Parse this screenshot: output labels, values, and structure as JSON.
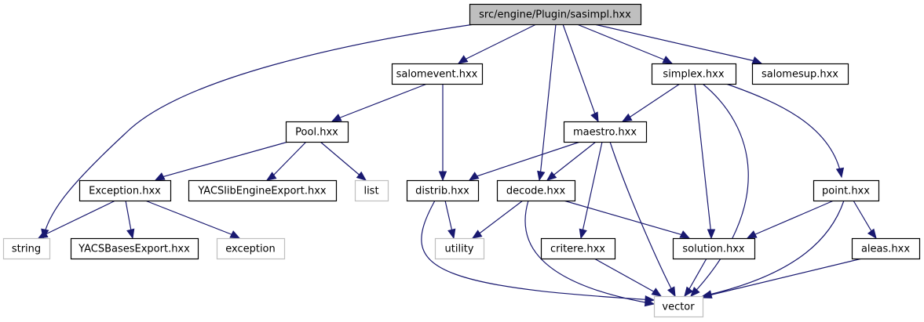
{
  "diagram": {
    "type": "include-dependency-graph",
    "colors": {
      "edge": "#191970",
      "root_fill": "#bfbfbf",
      "root_border": "#000000",
      "internal_border": "#000000",
      "system_border": "#bfbfbf",
      "node_fill": "#ffffff"
    },
    "nodes": [
      {
        "id": "root",
        "label": "src/engine/Plugin/sasimpl.hxx",
        "kind": "root"
      },
      {
        "id": "salomevent",
        "label": "salomevent.hxx",
        "kind": "internal"
      },
      {
        "id": "simplex",
        "label": "simplex.hxx",
        "kind": "internal"
      },
      {
        "id": "salomesup",
        "label": "salomesup.hxx",
        "kind": "internal"
      },
      {
        "id": "pool",
        "label": "Pool.hxx",
        "kind": "internal"
      },
      {
        "id": "maestro",
        "label": "maestro.hxx",
        "kind": "internal"
      },
      {
        "id": "exception_hxx",
        "label": "Exception.hxx",
        "kind": "internal"
      },
      {
        "id": "yacslib",
        "label": "YACSlibEngineExport.hxx",
        "kind": "internal"
      },
      {
        "id": "list",
        "label": "list",
        "kind": "system"
      },
      {
        "id": "distrib",
        "label": "distrib.hxx",
        "kind": "internal"
      },
      {
        "id": "decode",
        "label": "decode.hxx",
        "kind": "internal"
      },
      {
        "id": "point",
        "label": "point.hxx",
        "kind": "internal"
      },
      {
        "id": "string",
        "label": "string",
        "kind": "system"
      },
      {
        "id": "yacsbases",
        "label": "YACSBasesExport.hxx",
        "kind": "internal"
      },
      {
        "id": "exception",
        "label": "exception",
        "kind": "system"
      },
      {
        "id": "utility",
        "label": "utility",
        "kind": "system"
      },
      {
        "id": "critere",
        "label": "critere.hxx",
        "kind": "internal"
      },
      {
        "id": "solution",
        "label": "solution.hxx",
        "kind": "internal"
      },
      {
        "id": "aleas",
        "label": "aleas.hxx",
        "kind": "internal"
      },
      {
        "id": "vector",
        "label": "vector",
        "kind": "system"
      }
    ],
    "edges": [
      {
        "from": "root",
        "to": "string"
      },
      {
        "from": "root",
        "to": "salomevent"
      },
      {
        "from": "root",
        "to": "decode"
      },
      {
        "from": "root",
        "to": "maestro"
      },
      {
        "from": "root",
        "to": "simplex"
      },
      {
        "from": "root",
        "to": "salomesup"
      },
      {
        "from": "salomevent",
        "to": "pool"
      },
      {
        "from": "salomevent",
        "to": "distrib"
      },
      {
        "from": "pool",
        "to": "exception_hxx"
      },
      {
        "from": "pool",
        "to": "yacslib"
      },
      {
        "from": "pool",
        "to": "list"
      },
      {
        "from": "exception_hxx",
        "to": "string"
      },
      {
        "from": "exception_hxx",
        "to": "yacsbases"
      },
      {
        "from": "exception_hxx",
        "to": "exception"
      },
      {
        "from": "simplex",
        "to": "maestro"
      },
      {
        "from": "simplex",
        "to": "solution"
      },
      {
        "from": "simplex",
        "to": "vector"
      },
      {
        "from": "simplex",
        "to": "point"
      },
      {
        "from": "maestro",
        "to": "distrib"
      },
      {
        "from": "maestro",
        "to": "decode"
      },
      {
        "from": "maestro",
        "to": "critere"
      },
      {
        "from": "maestro",
        "to": "vector"
      },
      {
        "from": "distrib",
        "to": "utility"
      },
      {
        "from": "distrib",
        "to": "vector"
      },
      {
        "from": "decode",
        "to": "utility"
      },
      {
        "from": "decode",
        "to": "vector"
      },
      {
        "from": "decode",
        "to": "solution"
      },
      {
        "from": "critere",
        "to": "vector"
      },
      {
        "from": "solution",
        "to": "vector"
      },
      {
        "from": "point",
        "to": "solution"
      },
      {
        "from": "point",
        "to": "vector"
      },
      {
        "from": "point",
        "to": "aleas"
      },
      {
        "from": "aleas",
        "to": "vector"
      }
    ]
  }
}
